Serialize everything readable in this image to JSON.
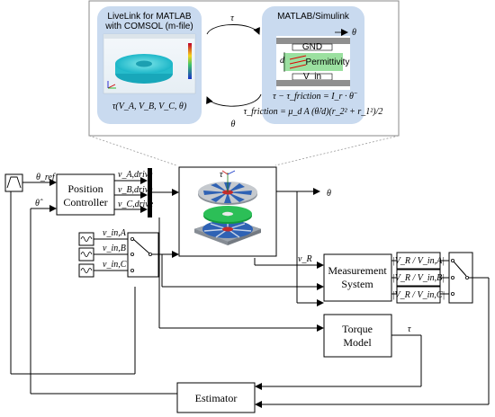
{
  "diagram": {
    "top_panel": {
      "left_box": {
        "title_line1": "LiveLink for MATLAB",
        "title_line2": "with COMSOL (m-file)",
        "formula": "τ(V_A, V_B, V_C, θ)"
      },
      "right_box": {
        "title": "MATLAB/Simulink",
        "gnd_label": "GND",
        "permittivity_label": "Permittivity",
        "vin_label": "V_in",
        "d_label": "d",
        "theta_label": "θ",
        "eq1": "τ − τ_friction = I_r · θ̈",
        "eq2": "τ_friction = μ_d A (θ̇/d)(r_2² + r_1²)/2"
      },
      "tau_arrow_label": "τ",
      "theta_arrow_label": "θ"
    },
    "inputs": {
      "theta_ref": "θ_ref",
      "theta_hat": "θ̂"
    },
    "blocks": {
      "position_controller_line1": "Position",
      "position_controller_line2": "Controller",
      "measurement_line1": "Measurement",
      "measurement_line2": "System",
      "torque_line1": "Torque",
      "torque_line2": "Model",
      "estimator": "Estimator"
    },
    "signals": {
      "v_a_drive": "v_A,drive",
      "v_b_drive": "v_B,drive",
      "v_c_drive": "v_C,drive",
      "v_in_a": "v_in,A",
      "v_in_b": "v_in,B",
      "v_in_c": "v_in,C",
      "theta_out": "θ",
      "v_r": "v_R",
      "tau_out": "τ",
      "tau_3d": "τ"
    },
    "ratios": {
      "r_a": "|V_R / V_in,A|",
      "r_b": "|V_R / V_in,B|",
      "r_c": "|V_R / V_in,C|"
    }
  }
}
